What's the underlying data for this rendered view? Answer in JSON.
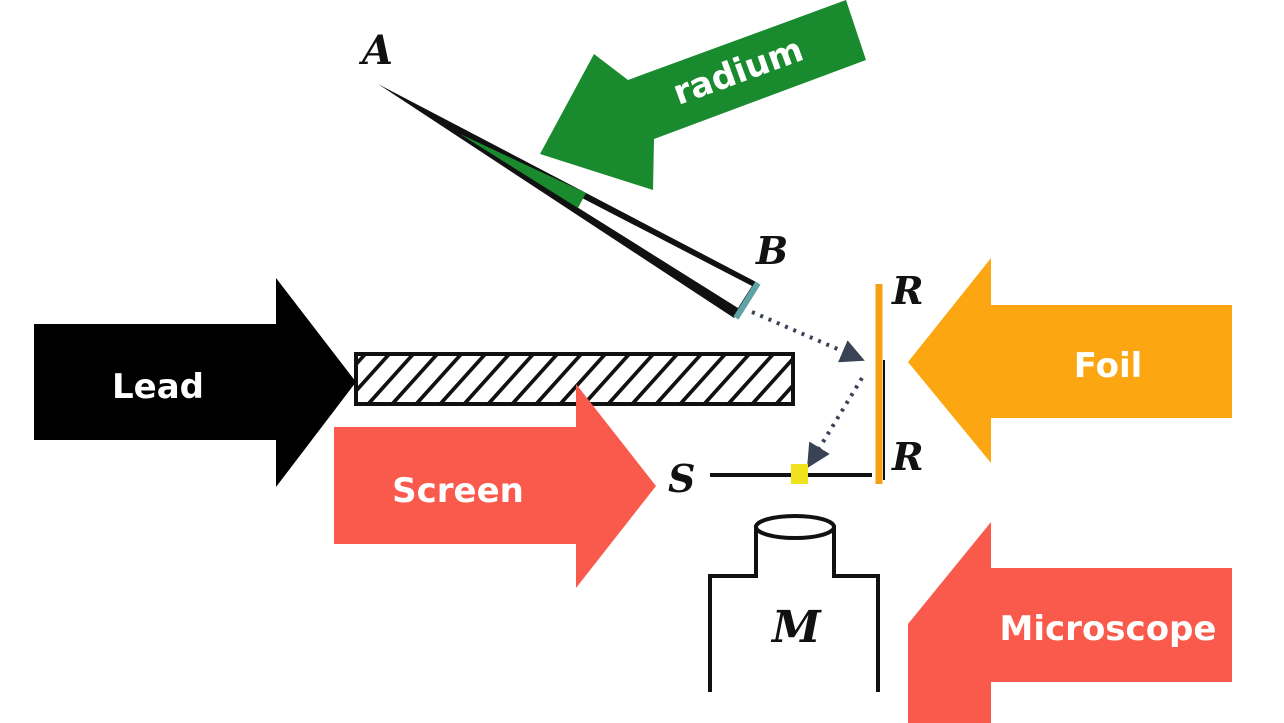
{
  "diagram": {
    "letters": {
      "a": "A",
      "b": "B",
      "r_top": "R",
      "r_bottom": "R",
      "s": "S",
      "m": "M"
    },
    "arrows": {
      "radium": {
        "label": "radium",
        "color": "#1a8a2e"
      },
      "lead": {
        "label": "Lead",
        "color": "#000000"
      },
      "screen": {
        "label": "Screen",
        "color": "#f95a4b"
      },
      "foil": {
        "label": "Foil",
        "color": "#fca611"
      },
      "microscope": {
        "label": "Microscope",
        "color": "#f95a4b"
      }
    },
    "colors": {
      "foil_strip": "#f5a011",
      "screen_marker": "#f2e21c",
      "tube_tip": "#5fa3a6",
      "radium_fill": "#1a8a2e",
      "path_dots": "#3a4356"
    }
  }
}
